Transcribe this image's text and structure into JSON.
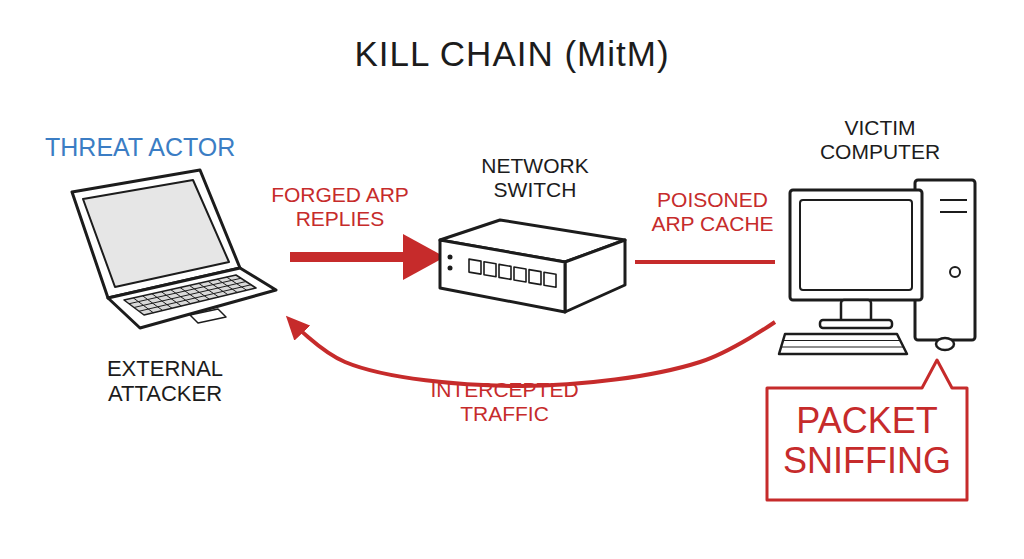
{
  "diagram": {
    "title": "KILL CHAIN (MitM)",
    "nodes": [
      {
        "text": [
          "THREAT ACTOR",
          "EXTERNAL ATTACKER"
        ]
      },
      {
        "text": [
          "NETWORK SWITCH"
        ]
      },
      {
        "text": [
          "VICTIM COMPUTER"
        ]
      },
      {
        "text": [
          "PACKET SNIFFING"
        ]
      }
    ],
    "edges": [
      {
        "from": 0,
        "to": 1,
        "label": "FORGED ARP REPLIES",
        "arrow": "to"
      },
      {
        "from": 1,
        "to": 2,
        "label": "POISONED ARP CACHE",
        "arrow": "none"
      },
      {
        "from": 2,
        "to": 0,
        "label": "INTERCEPTED TRAFFIC",
        "arrow": "to"
      }
    ]
  }
}
